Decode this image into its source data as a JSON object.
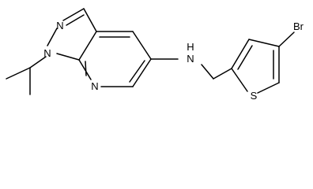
{
  "molecule": {
    "atoms": {
      "pyrazole_n1": "N",
      "pyrazole_n2": "N",
      "pyridine_n": "N",
      "amine_n": "N",
      "amine_h": "H",
      "bromine": "Br",
      "sulfur": "S"
    }
  }
}
